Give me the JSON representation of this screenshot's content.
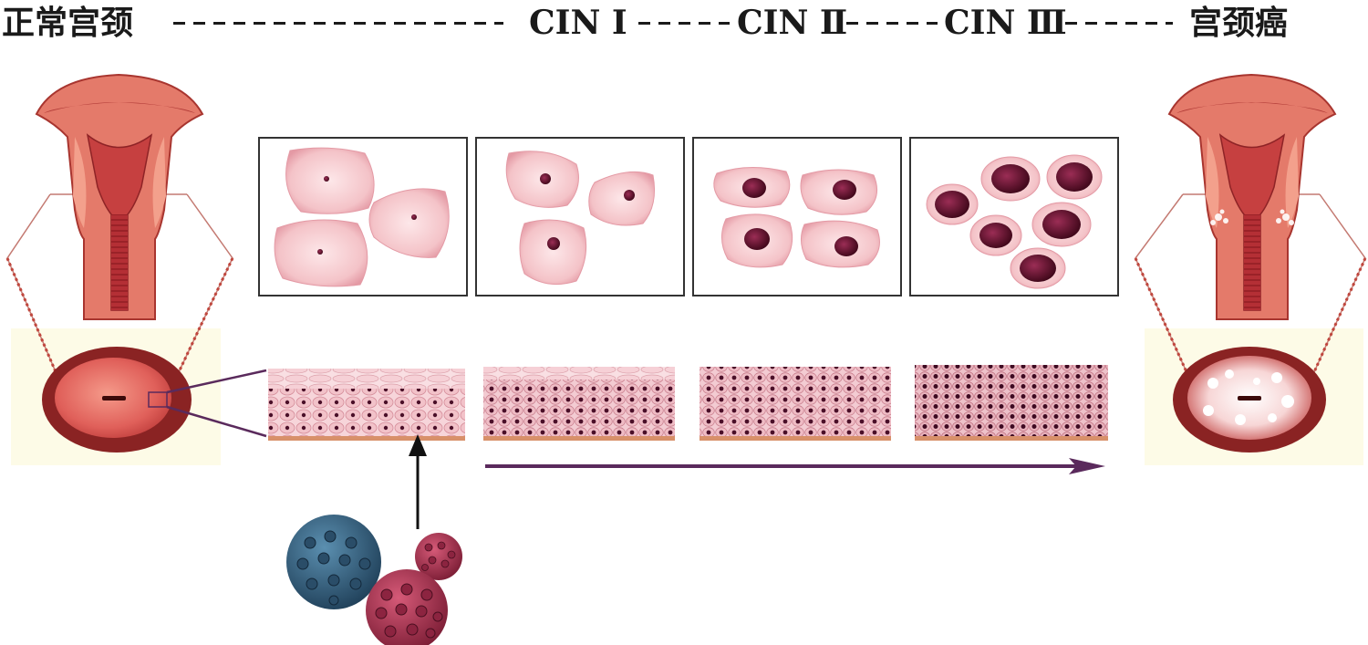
{
  "title_row": {
    "normal": "正常宫颈",
    "cin1": "CIN Ⅰ",
    "cin2": "CIN Ⅱ",
    "cin3": "CIN Ⅲ",
    "cancer": "宫颈癌"
  },
  "panels": [
    {
      "stage": "normal",
      "cells": 3,
      "nucleus_size": "small"
    },
    {
      "stage": "cin1",
      "cells": 3,
      "nucleus_size": "medium"
    },
    {
      "stage": "cin2",
      "cells": 4,
      "nucleus_size": "large"
    },
    {
      "stage": "cin3",
      "cells": 6,
      "nucleus_size": "very-large"
    }
  ],
  "icons": [
    "uterus-icon",
    "cervix-icon",
    "virus-icon",
    "arrow-icon"
  ],
  "colors": {
    "tissue": "#c94a4a",
    "tissue_dark": "#8b2a2a",
    "cell": "#f5c8cc",
    "nucleus": "#5e0f2a",
    "arrow": "#5a2a5c",
    "virus_blue": "#3b6a8a",
    "virus_red": "#b03a55",
    "line_text": "#1a1a1a"
  }
}
